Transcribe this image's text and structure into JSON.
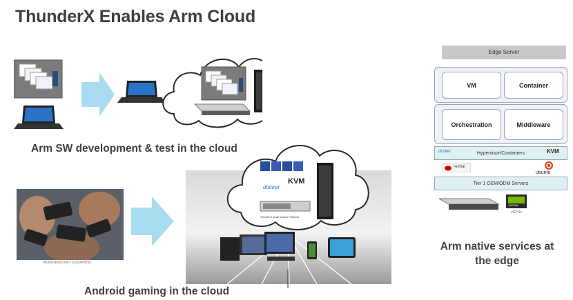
{
  "title": "ThunderX Enables Arm Cloud",
  "captions": {
    "dev": "Arm SW development & test in the cloud",
    "gaming": "Android gaming in the cloud",
    "edge_line1": "Arm native services at",
    "edge_line2": "the edge"
  },
  "edge_stack": {
    "header": "Edge Server",
    "vm": "VM",
    "container": "Container",
    "orchestration": "Orchestration",
    "middleware": "Middleware",
    "hypervisor": "Hypervisor/Containers",
    "kvm_badge": "KVM",
    "docker_badge": "docker",
    "redhat_badge": "redhat",
    "ubuntu_badge": "ubuntu",
    "servers": "Tier 1 OEM/ODM Servers",
    "gpu_caption": "vGPUs",
    "nvidia_badge": "NVIDIA"
  },
  "gaming_cloud": {
    "docker_label": "docker",
    "kvm_label": "KVM",
    "platform_caption": "ThunderX Dual Socket Platform"
  },
  "photo_credit": "shutterstock.com • 1232478265",
  "colors": {
    "arrow": "#a9dcf0",
    "cloud_stroke": "#2a2a2a",
    "title": "#404040"
  }
}
